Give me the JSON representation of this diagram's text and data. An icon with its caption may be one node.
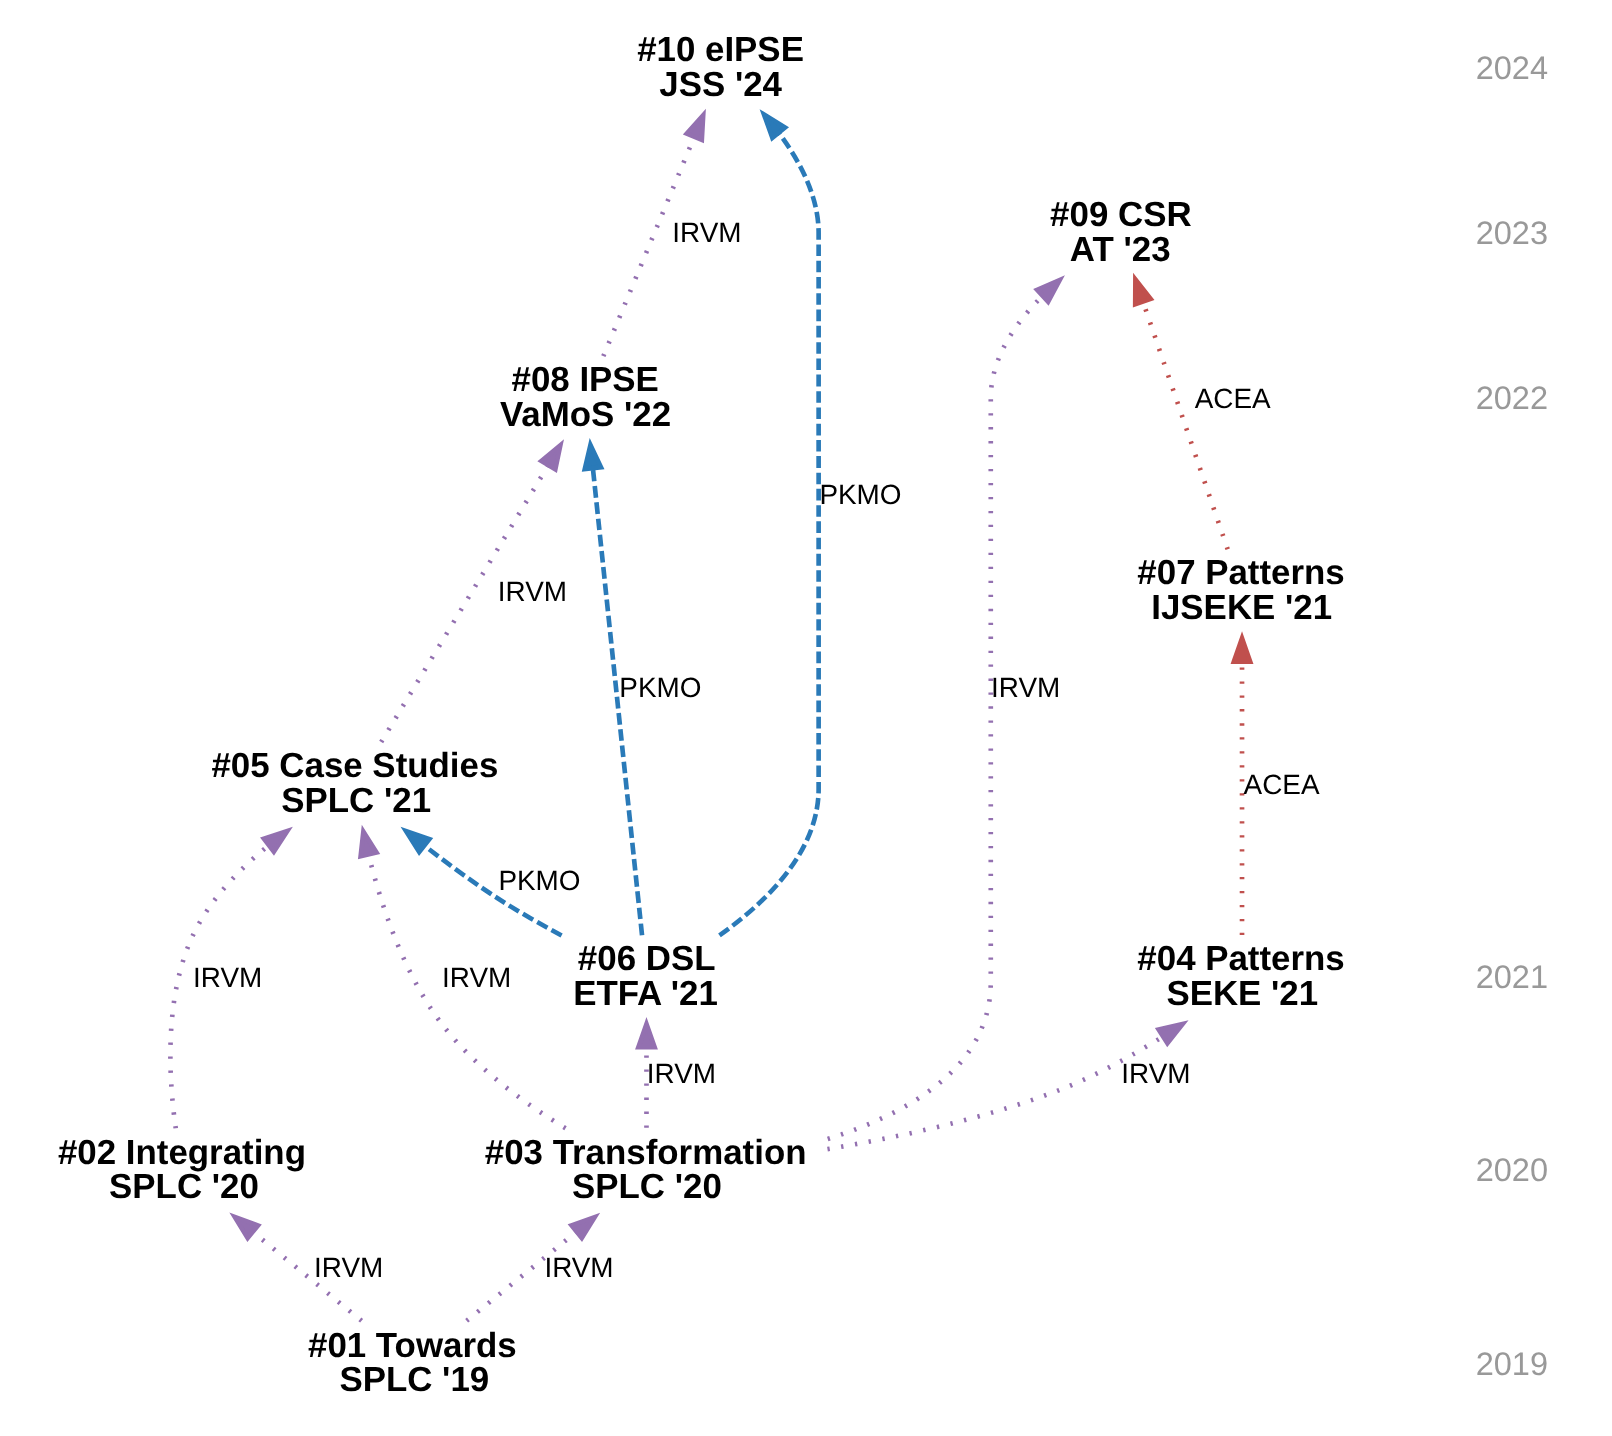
{
  "diagram": {
    "nodes": [
      {
        "text": [
          "#01 Towards",
          "SPLC '19"
        ]
      },
      {
        "text": [
          "#02 Integrating",
          "SPLC '20"
        ]
      },
      {
        "text": [
          "#03 Transformation",
          "SPLC '20"
        ]
      },
      {
        "text": [
          "#04 Patterns",
          "SEKE '21"
        ]
      },
      {
        "text": [
          "#05 Case Studies",
          "SPLC '21"
        ]
      },
      {
        "text": [
          "#06 DSL",
          "ETFA '21"
        ]
      },
      {
        "text": [
          "#07 Patterns",
          "IJSEKE '21"
        ]
      },
      {
        "text": [
          "#08 IPSE",
          "VaMoS '22"
        ]
      },
      {
        "text": [
          "#09 CSR",
          "AT '23"
        ]
      },
      {
        "text": [
          "#10 eIPSE",
          "JSS '24"
        ]
      }
    ],
    "edges": [
      {
        "from": 0,
        "to": 1,
        "arrow": "to",
        "label": "IRVM"
      },
      {
        "from": 0,
        "to": 2,
        "arrow": "to",
        "label": "IRVM"
      },
      {
        "from": 1,
        "to": 4,
        "arrow": "to",
        "label": "IRVM"
      },
      {
        "from": 2,
        "to": 4,
        "arrow": "to",
        "label": "IRVM"
      },
      {
        "from": 2,
        "to": 8,
        "arrow": "to",
        "label": "IRVM"
      },
      {
        "from": 2,
        "to": 5,
        "arrow": "to",
        "label": "IRVM"
      },
      {
        "from": 2,
        "to": 3,
        "arrow": "to",
        "label": "IRVM"
      },
      {
        "from": 4,
        "to": 7,
        "arrow": "to",
        "label": "IRVM"
      },
      {
        "from": 7,
        "to": 9,
        "arrow": "to",
        "label": "IRVM"
      },
      {
        "from": 5,
        "to": 9,
        "arrow": "to",
        "label": "PKMO",
        "style": "dashed",
        "color": "#2a7ab8"
      },
      {
        "from": 5,
        "to": 7,
        "arrow": "to",
        "label": "PKMO",
        "style": "dashed",
        "color": "#2a7ab8"
      },
      {
        "from": 5,
        "to": 4,
        "arrow": "to",
        "label": "PKMO",
        "style": "dashed",
        "color": "#2a7ab8"
      },
      {
        "from": 3,
        "to": 6,
        "arrow": "to",
        "label": "ACEA",
        "color": "#c0504d"
      },
      {
        "from": 6,
        "to": 8,
        "arrow": "to",
        "label": "ACEA",
        "color": "#c0504d"
      }
    ],
    "labels": [
      "2024",
      "2023",
      "2022",
      "2021",
      "2020",
      "2019"
    ]
  }
}
